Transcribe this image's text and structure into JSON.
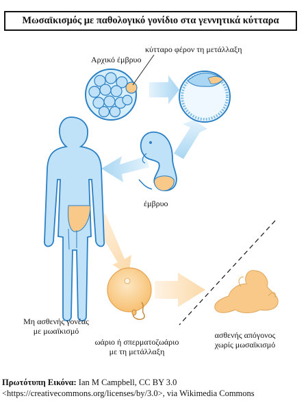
{
  "title": "Μωσαϊκισμός με παθολογικό γονίδιο στα γεννητικά κύτταρα",
  "labels": {
    "early_embryo": "Αρχικό έμβρυο",
    "mutant_cell": "κύτταρο φέρον τη μετάλλαξη",
    "embryo": "έμβρυο",
    "parent_line1": "Μη ασθενής γονέας",
    "parent_line2": "με μωαϊκισμό",
    "gamete_line1": "ωάριο ή σπερματοζωάριο",
    "gamete_line2": "με τη μετάλλαξη",
    "offspring_line1": "ασθενής απόγονος",
    "offspring_line2": "χωρίς μωσαϊκισμό"
  },
  "credit": {
    "label": "Πρωτότυπη Εικόνα:",
    "text": " Ian M Campbell, CC BY 3.0",
    "line2": "<https://creativecommons.org/licenses/by/3.0>, via Wikimedia Commons"
  },
  "colors": {
    "body_blue": "#bfe2f8",
    "outline_blue": "#2a7fc4",
    "mutant_orange": "#f9c98a",
    "arrow_blue": "#c9e6f7",
    "arrow_orange": "#fbe3c4"
  }
}
